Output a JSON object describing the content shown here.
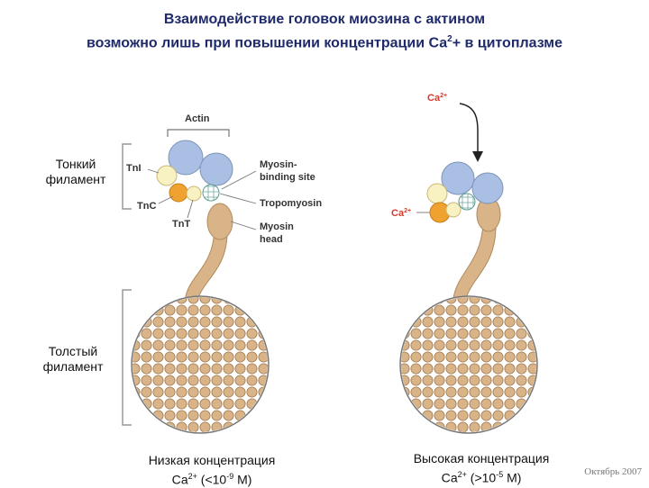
{
  "title": {
    "line1": "Взаимодействие головок миозина с актином",
    "line2_pre": "возможно лишь при повышении концентрации Са",
    "line2_sup": "2",
    "line2_post": "+ в цитоплазме"
  },
  "side_labels": {
    "thin": [
      "Тонкий",
      "филамент"
    ],
    "thick": [
      "Толстый",
      "филамент"
    ]
  },
  "diagram_labels": {
    "actin": "Actin",
    "tni": "TnI",
    "tnc": "TnC",
    "tnt": "TnT",
    "myosin_binding_1": "Myosin-",
    "myosin_binding_2": "binding site",
    "tropomyosin": "Tropomyosin",
    "myosin_head_1": "Myosin",
    "myosin_head_2": "head",
    "ca_top": "Ca",
    "ca_top_sup": "2+",
    "ca_mid": "Ca",
    "ca_mid_sup": "2+"
  },
  "captions": {
    "low": {
      "line1": "Низкая концентрация",
      "line2_pre": "Са",
      "line2_sup1": "2+",
      "line2_mid": " (<10",
      "line2_sup2": "-9",
      "line2_post": " М)"
    },
    "high": {
      "line1": "Высокая концентрация",
      "line2_pre": "Са",
      "line2_sup1": "2+",
      "line2_mid": " (>10",
      "line2_sup2": "-5",
      "line2_post": " М)"
    }
  },
  "footer": "Октябрь 2007",
  "colors": {
    "title": "#1f2a6b",
    "actin": "#a9bfe3",
    "tni": "#f8f1c2",
    "tnc": "#f0a230",
    "tropomyosin": "#9fd1c5",
    "myosin": "#d8b488",
    "myosin_stroke": "#b08a5c",
    "calcium": "#d63a2a",
    "bracket": "#999999"
  }
}
